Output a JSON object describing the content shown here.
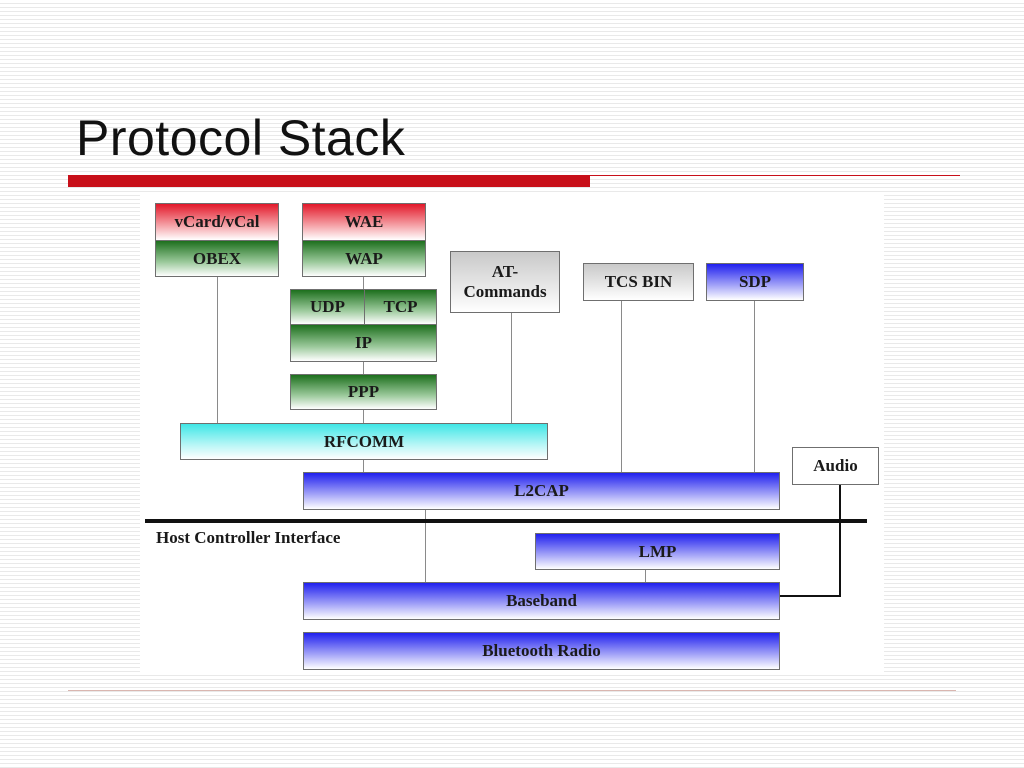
{
  "slide": {
    "title": "Protocol Stack"
  },
  "diagram": {
    "vcard": "vCard/vCal",
    "obex": "OBEX",
    "wae": "WAE",
    "wap": "WAP",
    "udp": "UDP",
    "tcp": "TCP",
    "ip": "IP",
    "ppp": "PPP",
    "at_commands_1": "AT-",
    "at_commands_2": "Commands",
    "tcs_bin": "TCS BIN",
    "sdp": "SDP",
    "rfcomm": "RFCOMM",
    "audio": "Audio",
    "l2cap": "L2CAP",
    "hci": "Host Controller Interface",
    "lmp": "LMP",
    "baseband": "Baseband",
    "radio": "Bluetooth Radio"
  },
  "colors": {
    "title_rule": "#c8101a",
    "upper_layer_red": "#e2192a",
    "transport_green": "#1d6f1d",
    "core_blue": "#2020ee",
    "rfcomm_cyan": "#3fe6e6",
    "hci_line": "#111111"
  }
}
